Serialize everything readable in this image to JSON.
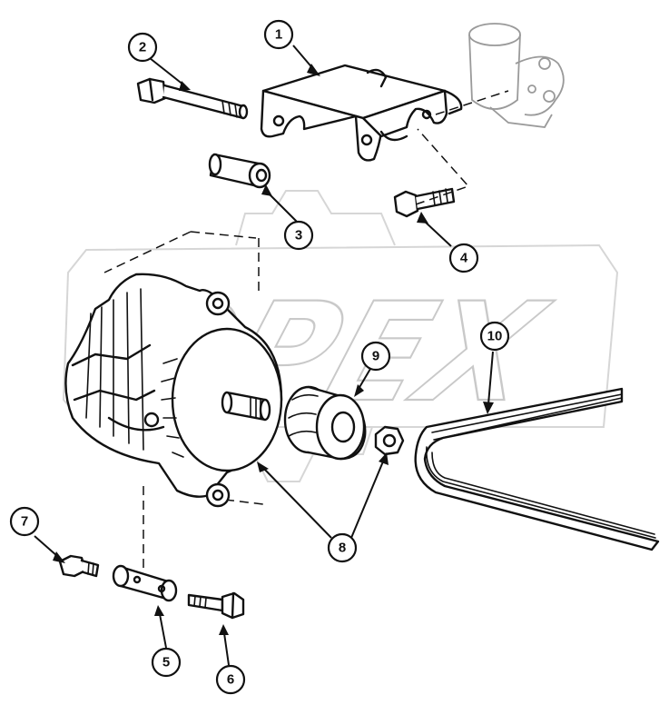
{
  "diagram": {
    "watermark": "OPEX",
    "callouts": [
      {
        "id": "1",
        "label": "1"
      },
      {
        "id": "2",
        "label": "2"
      },
      {
        "id": "3",
        "label": "3"
      },
      {
        "id": "4",
        "label": "4"
      },
      {
        "id": "5",
        "label": "5"
      },
      {
        "id": "6",
        "label": "6"
      },
      {
        "id": "7",
        "label": "7"
      },
      {
        "id": "8",
        "label": "8"
      },
      {
        "id": "9",
        "label": "9"
      },
      {
        "id": "10",
        "label": "10"
      }
    ],
    "colors": {
      "ink": "#111111",
      "watermark": "#c9c9c9",
      "ghost_part": "#9a9a9a",
      "background": "#ffffff"
    }
  }
}
